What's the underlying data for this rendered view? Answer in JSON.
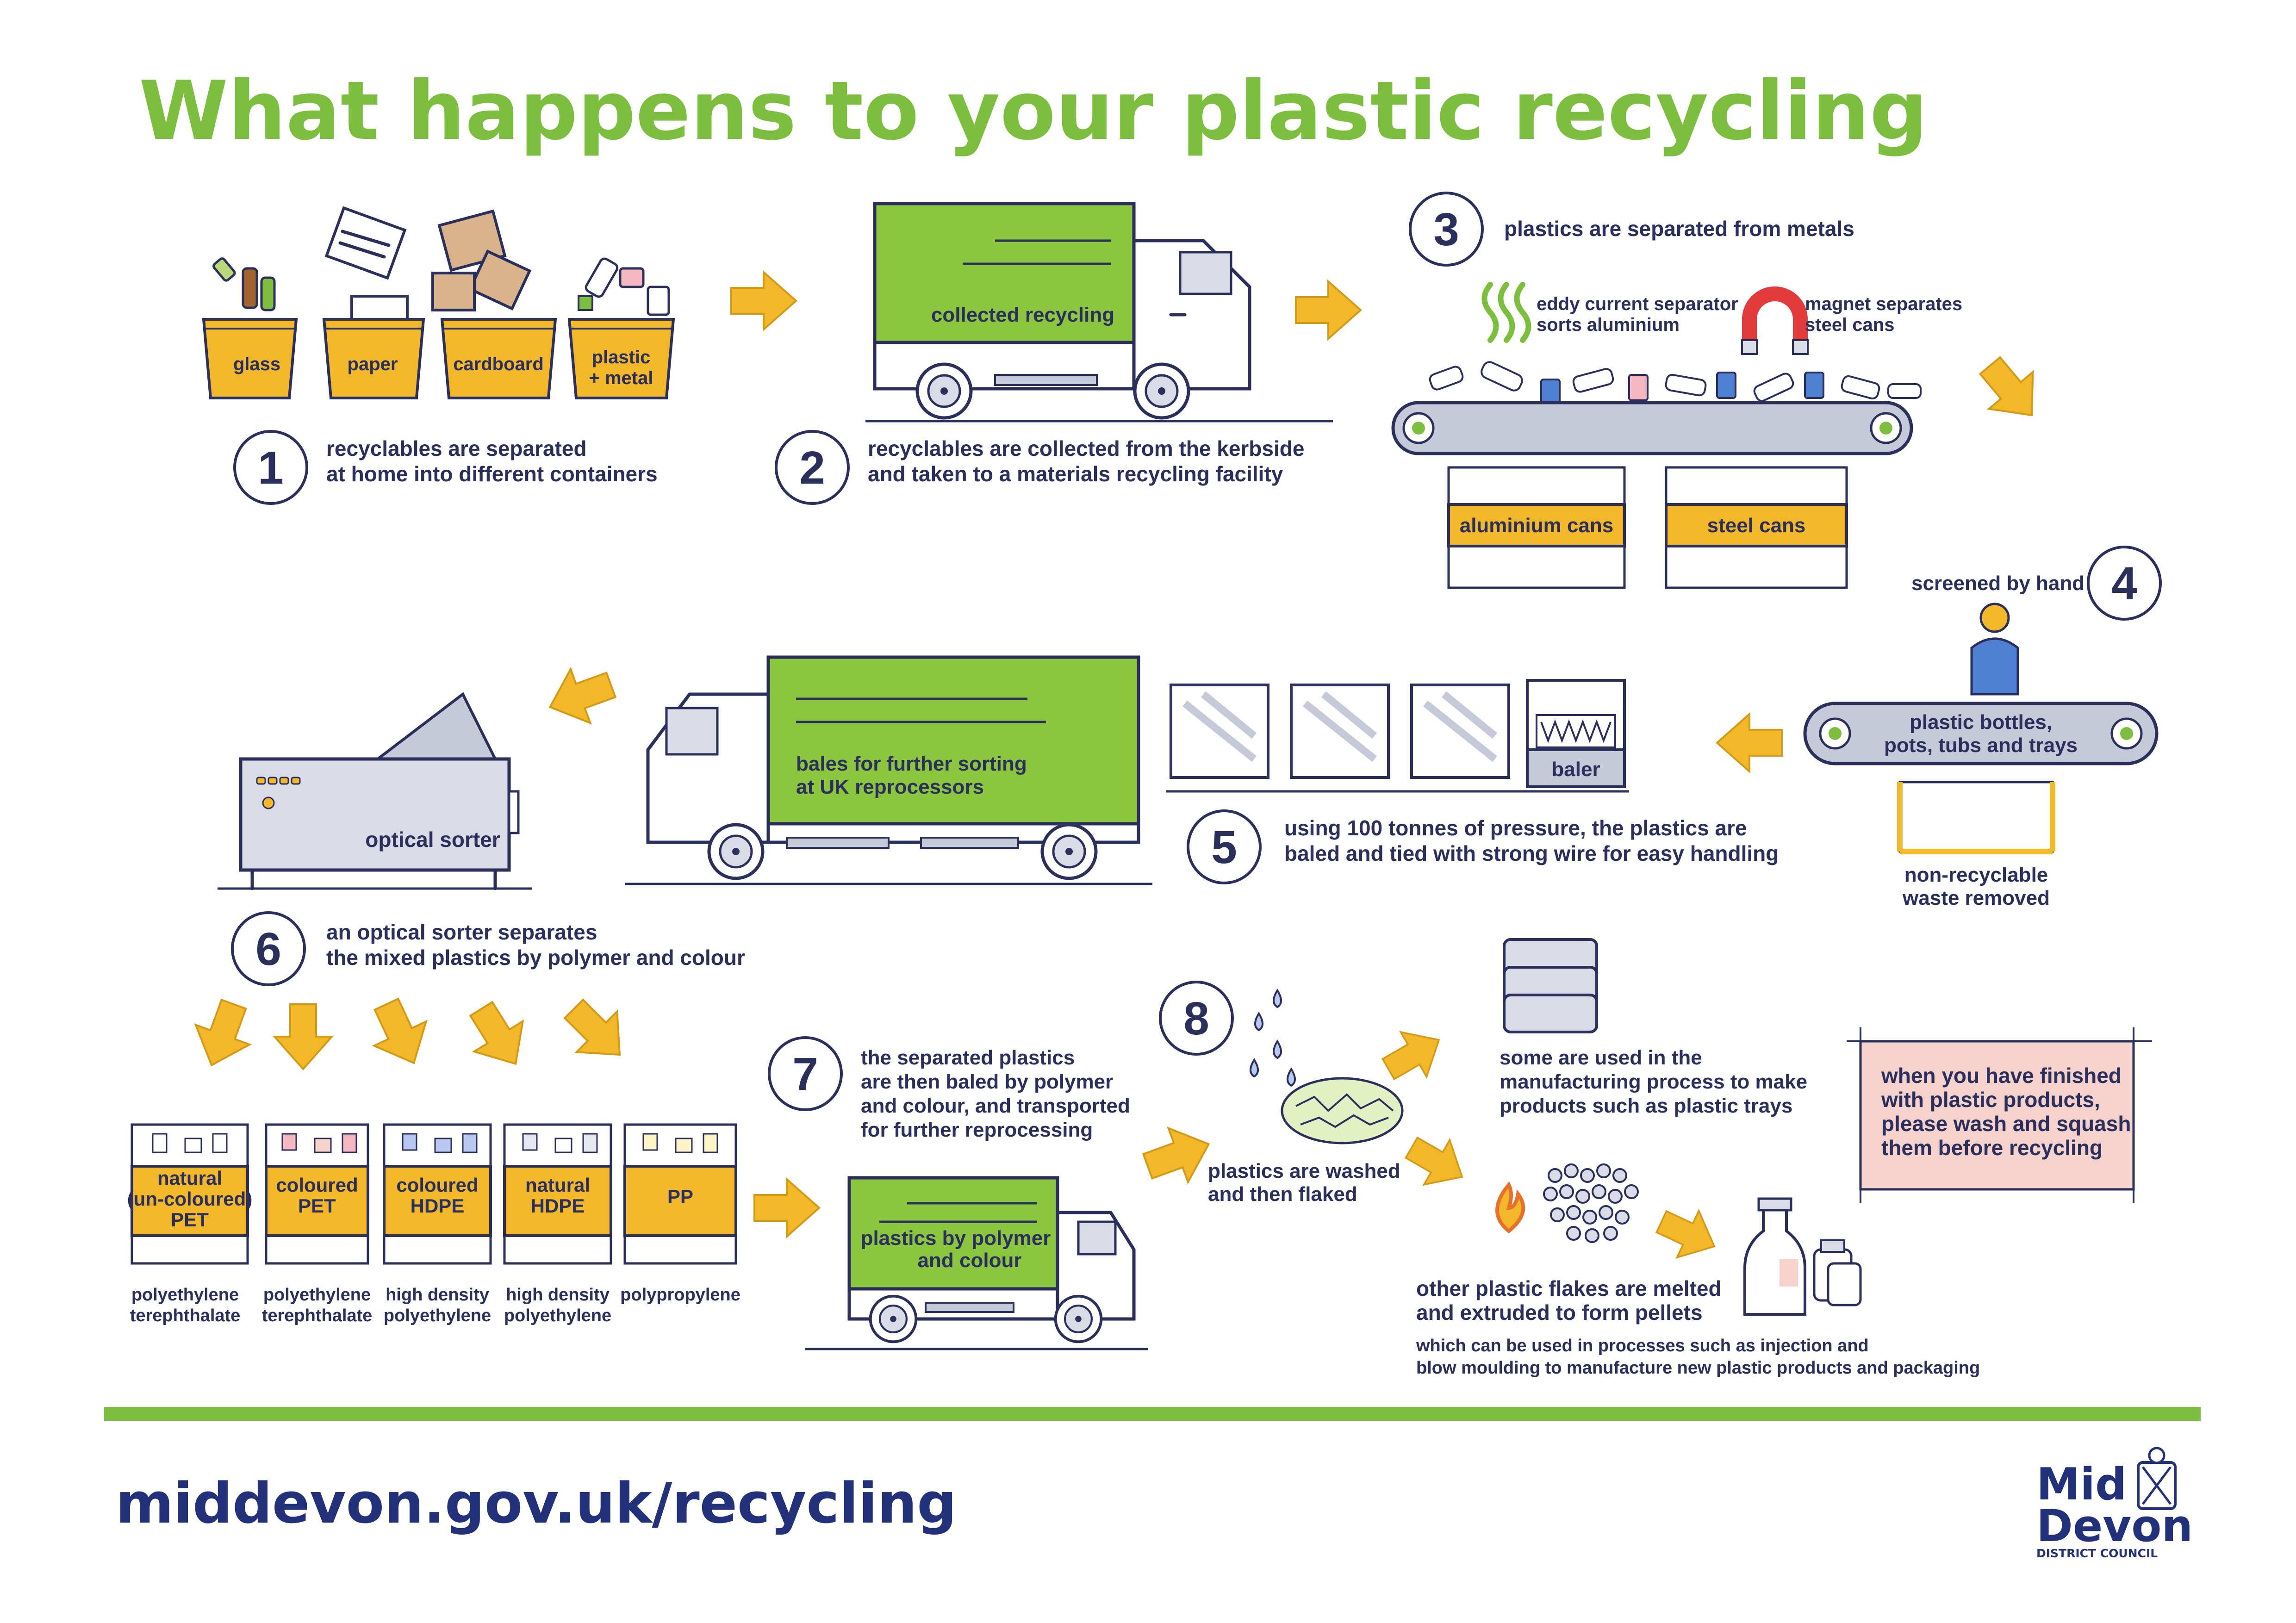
{
  "title": "What happens to your plastic recycling",
  "colors": {
    "title_green": "#7cbf3f",
    "navy": "#2a2f5c",
    "amber": "#f3b72a",
    "truck_green": "#8cc63f",
    "pink_note": "#f5d2cc"
  },
  "step1": {
    "number": "1",
    "bins": [
      "glass",
      "paper",
      "cardboard",
      "plastic",
      "+ metal"
    ],
    "caption": [
      "recyclables are separated",
      "at home into different containers"
    ]
  },
  "step2": {
    "number": "2",
    "truck_label": "collected recycling",
    "caption": [
      "recyclables are collected from the kerbside",
      "and taken to a materials recycling facility"
    ]
  },
  "step3": {
    "number": "3",
    "heading": "plastics are separated from metals",
    "eddy": [
      "eddy current separator",
      "sorts aluminium"
    ],
    "magnet": [
      "magnet separates",
      "steel cans"
    ],
    "bins": [
      "aluminium cans",
      "steel cans"
    ]
  },
  "step4": {
    "number": "4",
    "heading": "screened by hand",
    "belt": [
      "plastic bottles,",
      "pots, tubs and trays"
    ],
    "waste": [
      "non-recyclable",
      "waste removed"
    ]
  },
  "step5": {
    "number": "5",
    "baler": "baler",
    "truck_label": [
      "bales for further sorting",
      "at UK reprocessors"
    ],
    "caption": [
      "using 100 tonnes of pressure, the plastics are",
      "baled and tied with strong wire for easy handling"
    ]
  },
  "step6": {
    "number": "6",
    "sorter": "optical sorter",
    "caption": [
      "an optical sorter separates",
      "the mixed plastics by polymer and colour"
    ],
    "bins": [
      {
        "label": [
          "natural",
          "(un-coloured)",
          "PET"
        ],
        "desc": [
          "polyethylene",
          "terephthalate"
        ]
      },
      {
        "label": [
          "coloured",
          "PET"
        ],
        "desc": [
          "polyethylene",
          "terephthalate"
        ]
      },
      {
        "label": [
          "coloured",
          "HDPE"
        ],
        "desc": [
          "high density",
          "polyethylene"
        ]
      },
      {
        "label": [
          "natural",
          "HDPE"
        ],
        "desc": [
          "high density",
          "polyethylene"
        ]
      },
      {
        "label": [
          "PP"
        ],
        "desc": [
          "polypropylene"
        ]
      }
    ]
  },
  "step7": {
    "number": "7",
    "caption": [
      "the separated plastics",
      "are then baled by polymer",
      "and colour, and transported",
      "for further reprocessing"
    ],
    "truck_label": [
      "plastics by polymer",
      "and colour"
    ]
  },
  "step8": {
    "number": "8",
    "washed": [
      "plastics are washed",
      "and then flaked"
    ],
    "trays": [
      "some are used in the",
      "manufacturing process to make",
      "products such as plastic trays"
    ],
    "pellets": [
      "other plastic flakes are melted",
      "and extruded to form pellets"
    ],
    "pellets_detail": [
      "which can be used in processes such as injection and",
      "blow moulding to manufacture new plastic products and packaging"
    ]
  },
  "note": [
    "when you have finished",
    "with plastic products,",
    "please wash and squash",
    "them before recycling"
  ],
  "footer": {
    "url": "middevon.gov.uk/recycling",
    "logo_line1": "Mid",
    "logo_line2": "Devon",
    "logo_line3": "DISTRICT COUNCIL"
  }
}
